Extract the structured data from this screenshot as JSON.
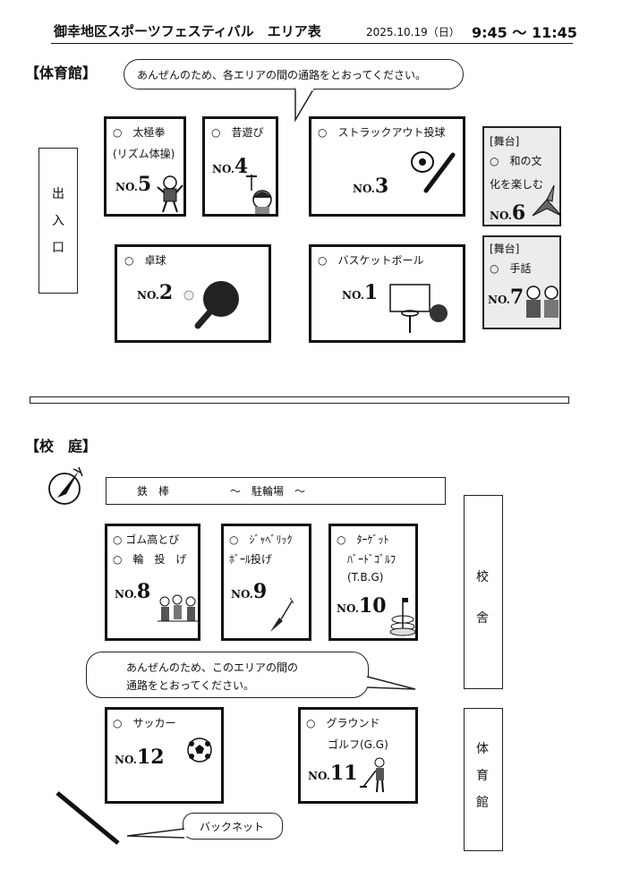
{
  "header": {
    "title": "御幸地区スポーツフェスティバル　エリア表",
    "date": "2025.10.19（日）",
    "time": "9:45 ～ 11:45"
  },
  "gym": {
    "heading": "【体育館】",
    "notice": "あんぜんのため、各エリアの間の通路をとおってください。",
    "entrance": "出入口",
    "areas": [
      {
        "prefix": "NO.",
        "no": "5",
        "name": "○　太極拳",
        "sub": "(リズム体操)"
      },
      {
        "prefix": "NO.",
        "no": "4",
        "name": "○　昔遊び"
      },
      {
        "prefix": "NO.",
        "no": "3",
        "name": "○　ストラックアウト投球"
      },
      {
        "prefix": "NO.",
        "no": "2",
        "name": "○　卓球"
      },
      {
        "prefix": "NO.",
        "no": "1",
        "name": "○　バスケットボール"
      }
    ],
    "stage": [
      {
        "tag": "[舞台]",
        "name": "○　和の文",
        "sub": "化を楽しむ",
        "prefix": "NO.",
        "no": "6"
      },
      {
        "tag": "[舞台]",
        "name": "○　手話",
        "prefix": "NO.",
        "no": "7"
      }
    ]
  },
  "yard": {
    "heading": "【校　庭】",
    "bars": "鉄　棒",
    "parking": "～　駐輪場　～",
    "notice_line1": "あんぜんのため、このエリアの間の",
    "notice_line2": "通路をとおってください。",
    "school": "校舎",
    "gymnasium": "体育館",
    "backnet": "バックネット",
    "areas": [
      {
        "prefix": "NO.",
        "no": "8",
        "name1": "○ ゴム高とび",
        "name2": "○　輪　投　げ"
      },
      {
        "prefix": "NO.",
        "no": "9",
        "name1": "○　ｼﾞｬﾍﾞﾘｯｸ",
        "name2": "ﾎﾞｰﾙ投げ"
      },
      {
        "prefix": "NO.",
        "no": "10",
        "name1": "○　ﾀｰｹﾞｯﾄ",
        "name2": "ﾊﾞｰﾄﾞｺﾞﾙﾌ",
        "name3": "(T.B.G)"
      },
      {
        "prefix": "NO.",
        "no": "12",
        "name1": "○　サッカー"
      },
      {
        "prefix": "NO.",
        "no": "11",
        "name1": "○　グラウンド",
        "name2": "ゴルフ(G.G)"
      }
    ]
  }
}
